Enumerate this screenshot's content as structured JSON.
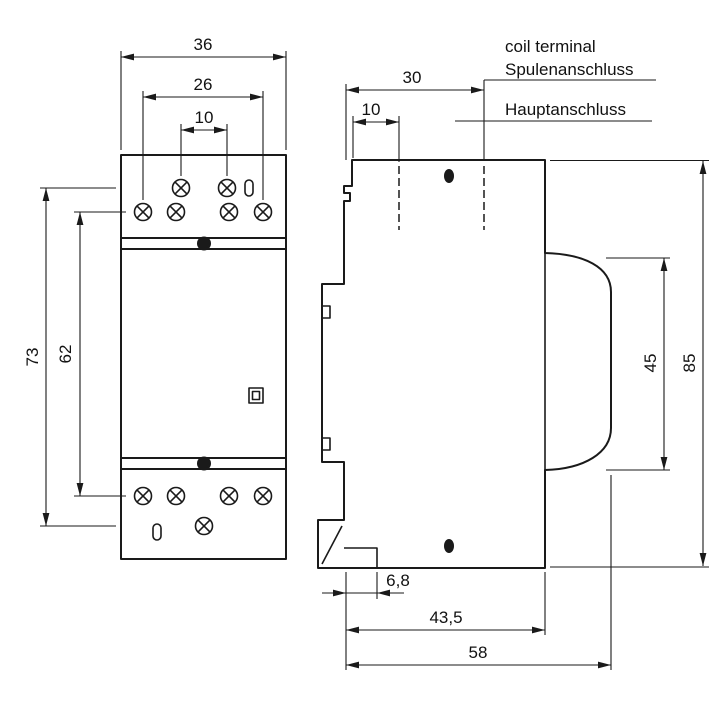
{
  "meta": {
    "drawing_type": "dimensional drawing, modular contactor (front and side view)",
    "background": "#ffffff",
    "line_color": "#1a1a1a"
  },
  "annotations": {
    "coil_terminal_en": "coil terminal",
    "coil_terminal_de": "Spulenanschluss",
    "main_terminal_de": "Hauptanschluss"
  },
  "front_view": {
    "dim_width": "36",
    "dim_screw_span": "26",
    "dim_screw_pitch": "10",
    "dim_height": "73",
    "dim_screw_height": "62"
  },
  "side_view": {
    "dim_coil_depth": "30",
    "dim_main_depth": "10",
    "dim_front_height": "45",
    "dim_height": "85",
    "dim_clip": "6,8",
    "dim_body_depth": "43,5",
    "dim_total_depth": "58"
  }
}
